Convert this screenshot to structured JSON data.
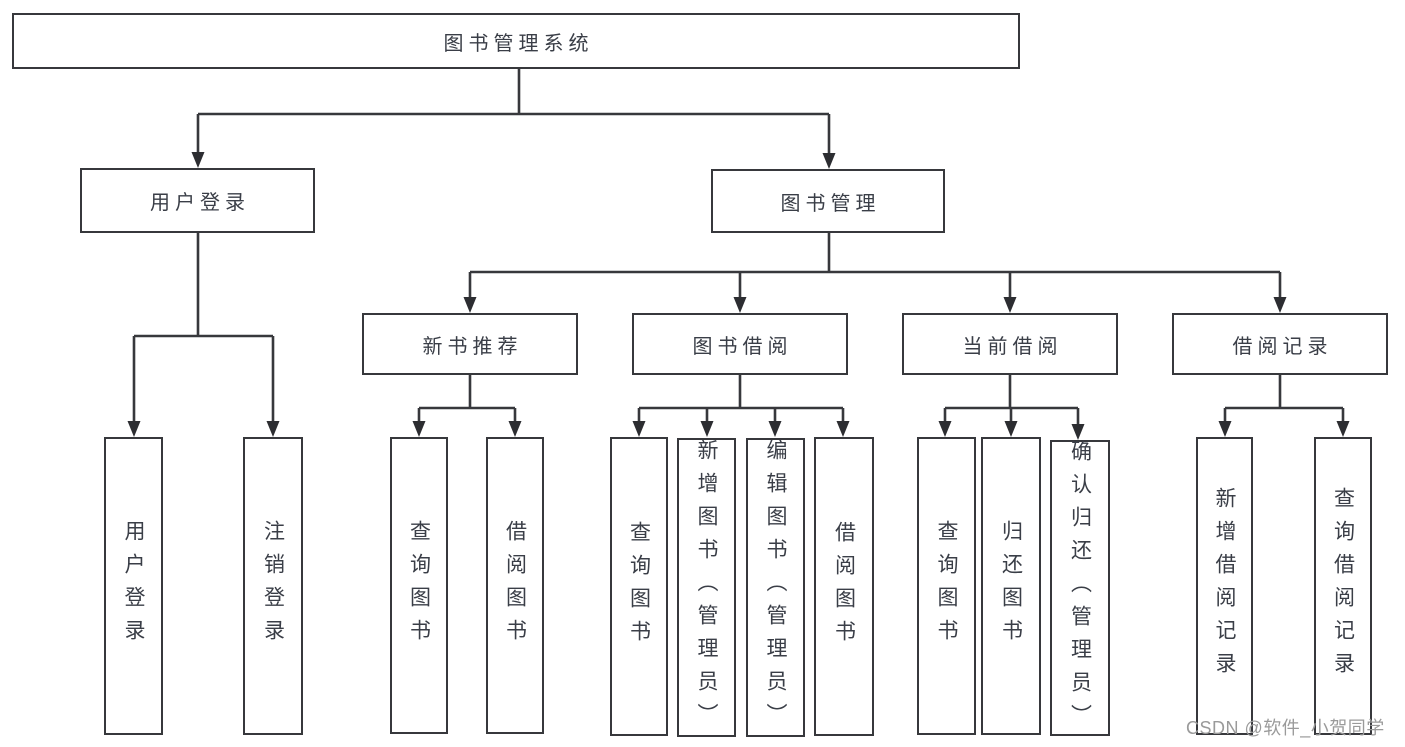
{
  "nodes": {
    "root": {
      "label": "图书管理系统"
    },
    "userLogin": {
      "label": "用户登录"
    },
    "bookManagement": {
      "label": "图书管理"
    },
    "newBookRecommend": {
      "label": "新书推荐"
    },
    "bookBorrow": {
      "label": "图书借阅"
    },
    "currentBorrow": {
      "label": "当前借阅"
    },
    "borrowRecord": {
      "label": "借阅记录"
    },
    "leafUserLogin": {
      "label": "用户登录"
    },
    "leafLogout": {
      "label": "注销登录"
    },
    "recommendQueryBook": {
      "label": "查询图书"
    },
    "recommendBorrowBook": {
      "label": "借阅图书"
    },
    "borrowQueryBook": {
      "label": "查询图书"
    },
    "borrowAddBook": {
      "label": "新增图书（管理员）"
    },
    "borrowEditBook": {
      "label": "编辑图书（管理员）"
    },
    "borrowBorrowBook": {
      "label": "借阅图书"
    },
    "currentQueryBook": {
      "label": "查询图书"
    },
    "currentReturnBook": {
      "label": "归还图书"
    },
    "currentConfirmReturn": {
      "label": "确认归还（管理员）"
    },
    "recordAddRecord": {
      "label": "新增借阅记录"
    },
    "recordQueryRecord": {
      "label": "查询借阅记录"
    }
  },
  "watermark": "CSDN @软件_小贺同学",
  "colors": {
    "background": "#ffffff",
    "border": "#37383c",
    "line": "#37383c",
    "arrow": "#2c2d31",
    "text": "#3a3e47",
    "watermark": "#9a9a9a"
  }
}
